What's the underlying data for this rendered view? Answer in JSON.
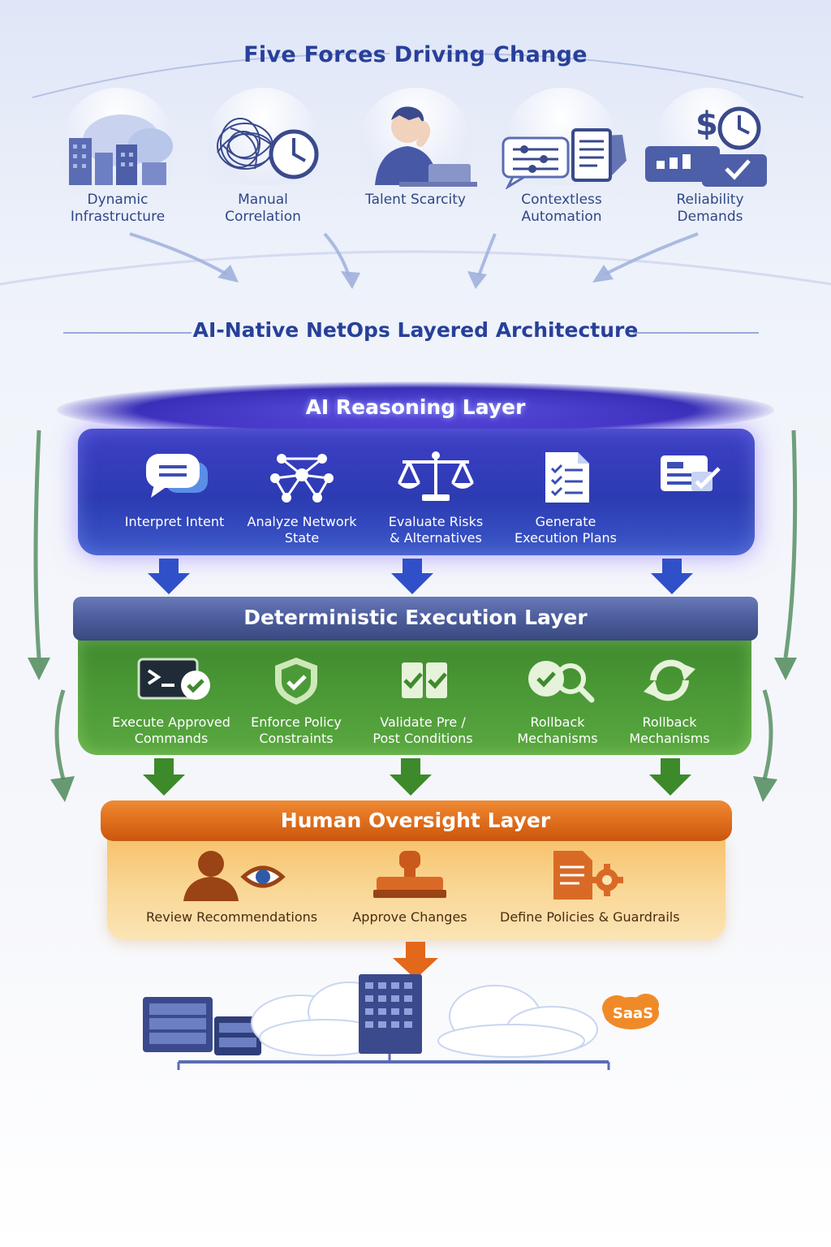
{
  "top": {
    "title": "Five Forces Driving Change",
    "forces": [
      {
        "label": "Dynamic\nInfrastructure",
        "icon": "cloud-buildings-icon"
      },
      {
        "label": "Manual\nCorrelation",
        "icon": "tangle-clock-icon"
      },
      {
        "label": "Talent Scarcity",
        "icon": "tired-engineer-icon"
      },
      {
        "label": "Contextless\nAutomation",
        "icon": "chat-sliders-icon"
      },
      {
        "label": "Reliability\nDemands",
        "icon": "dollar-clock-icon"
      }
    ]
  },
  "architecture": {
    "title": "AI-Native NetOps Layered Architecture",
    "ai_layer": {
      "title": "AI Reasoning Layer",
      "items": [
        {
          "label": "Interpret Intent",
          "icon": "chat-bubbles-icon"
        },
        {
          "label": "Analyze Network\nState",
          "icon": "network-graph-icon"
        },
        {
          "label": "Evaluate Risks\n& Alternatives",
          "icon": "scales-icon"
        },
        {
          "label": "Generate\nExecution Plans",
          "icon": "checklist-icon"
        },
        {
          "label": "",
          "icon": "form-check-icon"
        }
      ]
    },
    "det_layer": {
      "title": "Deterministic Execution Layer",
      "items": [
        {
          "label": "Execute Approved\nCommands",
          "icon": "terminal-check-icon"
        },
        {
          "label": "Enforce Policy\nConstraints",
          "icon": "shield-check-icon"
        },
        {
          "label": "Validate Pre /\nPost Conditions",
          "icon": "double-check-icon"
        },
        {
          "label": "Rollback\nMechanisms",
          "icon": "check-magnifier-icon"
        },
        {
          "label": "Rollback\nMechanisms",
          "icon": "refresh-icon"
        }
      ]
    },
    "human_layer": {
      "title": "Human Oversight Layer",
      "items": [
        {
          "label": "Review Recommendations",
          "icon": "person-eye-icon"
        },
        {
          "label": "Approve Changes",
          "icon": "stamp-icon"
        },
        {
          "label": "Define Policies & Guardrails",
          "icon": "document-gear-icon"
        }
      ]
    },
    "infra": {
      "saas_label": "SaaS"
    }
  },
  "colors": {
    "title_blue": "#28409a",
    "ai_layer": "#3340b8",
    "det_layer": "#4c9a37",
    "human_layer": "#de6c1b"
  }
}
